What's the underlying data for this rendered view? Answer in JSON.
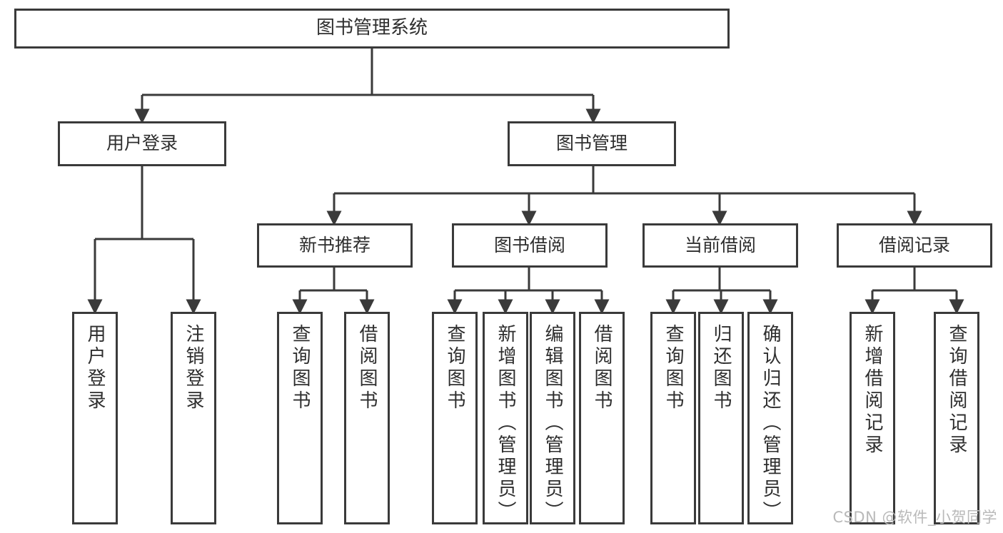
{
  "diagram": {
    "title": "图书管理系统",
    "type": "tree-hierarchy",
    "root": {
      "label": "图书管理系统"
    },
    "level2": [
      {
        "label": "用户登录"
      },
      {
        "label": "图书管理"
      }
    ],
    "level3": [
      {
        "label": "新书推荐"
      },
      {
        "label": "图书借阅"
      },
      {
        "label": "当前借阅"
      },
      {
        "label": "借阅记录"
      }
    ],
    "leaves": [
      {
        "label": "用户登录",
        "parent": "用户登录"
      },
      {
        "label": "注销登录",
        "parent": "用户登录"
      },
      {
        "label": "查询图书",
        "parent": "新书推荐"
      },
      {
        "label": "借阅图书",
        "parent": "新书推荐"
      },
      {
        "label": "查询图书",
        "parent": "图书借阅"
      },
      {
        "label": "新增图书（管理员）",
        "parent": "图书借阅"
      },
      {
        "label": "编辑图书（管理员）",
        "parent": "图书借阅"
      },
      {
        "label": "借阅图书",
        "parent": "图书借阅"
      },
      {
        "label": "查询图书",
        "parent": "当前借阅"
      },
      {
        "label": "归还图书",
        "parent": "当前借阅"
      },
      {
        "label": "确认归还（管理员）",
        "parent": "当前借阅"
      },
      {
        "label": "新增借阅记录",
        "parent": "借阅记录"
      },
      {
        "label": "查询借阅记录",
        "parent": "借阅记录"
      }
    ],
    "colors": {
      "stroke": "#3a3a3a",
      "background": "#ffffff",
      "text": "#2e2e2e",
      "watermark": "#b9b9b9"
    }
  },
  "watermark": {
    "text": "CSDN @软件_小贺同学"
  }
}
